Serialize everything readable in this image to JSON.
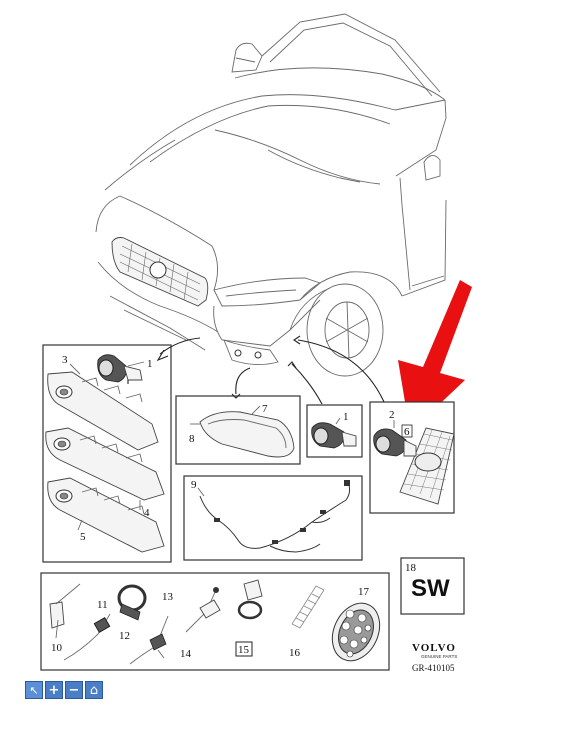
{
  "callouts": {
    "c1a": "1",
    "c3": "3",
    "c4": "4",
    "c5": "5",
    "c7": "7",
    "c8": "8",
    "c1b": "1",
    "c2": "2",
    "c6": "6",
    "c9": "9",
    "c10": "10",
    "c11": "11",
    "c12": "12",
    "c13": "13",
    "c14": "14",
    "c15": "15",
    "c16": "16",
    "c17": "17",
    "c18": "18"
  },
  "sw_badge": "SW",
  "brand": {
    "logo": "VOLVO",
    "tagline": "GENUINE PARTS"
  },
  "drawing_code": "GR-410105",
  "toolbar": [
    {
      "name": "select-tool-button",
      "icon": "cursor-icon",
      "glyph": "↖"
    },
    {
      "name": "zoom-in-button",
      "icon": "plus-icon",
      "glyph": "+"
    },
    {
      "name": "zoom-out-button",
      "icon": "minus-icon",
      "glyph": "−"
    },
    {
      "name": "home-button",
      "icon": "home-icon",
      "glyph": "⌂"
    }
  ],
  "colors": {
    "arrow": "#e81010",
    "toolbar": "#4a7fc8"
  }
}
